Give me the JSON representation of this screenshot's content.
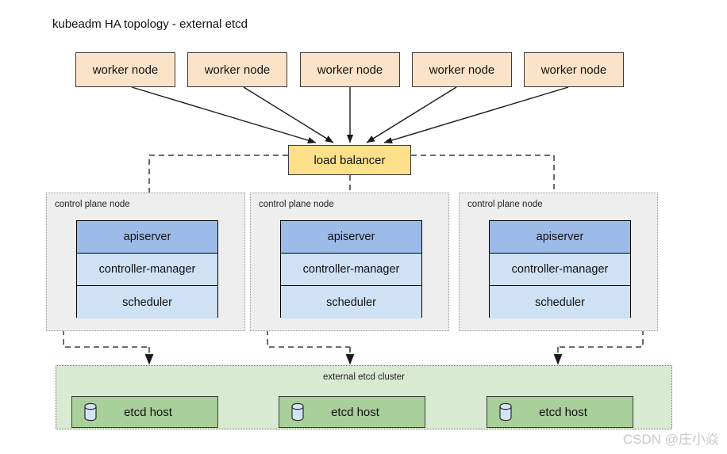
{
  "diagram": {
    "title": "kubeadm HA topology - external etcd",
    "watermark": "CSDN @庄小焱"
  },
  "workers": {
    "label": "worker node",
    "nodes": [
      {
        "label": "worker node"
      },
      {
        "label": "worker node"
      },
      {
        "label": "worker node"
      },
      {
        "label": "worker node"
      },
      {
        "label": "worker node"
      }
    ]
  },
  "load_balancer": {
    "label": "load balancer"
  },
  "control_planes": {
    "container_label": "control plane node",
    "components": {
      "apiserver": "apiserver",
      "controller_manager": "controller-manager",
      "scheduler": "scheduler"
    },
    "nodes": [
      {
        "label": "control plane node",
        "apiserver": "apiserver",
        "controller_manager": "controller-manager",
        "scheduler": "scheduler"
      },
      {
        "label": "control plane node",
        "apiserver": "apiserver",
        "controller_manager": "controller-manager",
        "scheduler": "scheduler"
      },
      {
        "label": "control plane node",
        "apiserver": "apiserver",
        "controller_manager": "controller-manager",
        "scheduler": "scheduler"
      }
    ]
  },
  "etcd": {
    "cluster_label": "external etcd cluster",
    "hosts": [
      {
        "label": "etcd host",
        "icon": "database-cylinder-icon"
      },
      {
        "label": "etcd host",
        "icon": "database-cylinder-icon"
      },
      {
        "label": "etcd host",
        "icon": "database-cylinder-icon"
      }
    ]
  },
  "colors": {
    "worker_fill": "#fae3c8",
    "load_balancer_fill": "#ffe08a",
    "apiserver_fill": "#9dbbe9",
    "component_fill": "#cfe1f5",
    "control_plane_fill": "#eeeeee",
    "etcd_cluster_fill": "#d9ead3",
    "etcd_host_fill": "#a9cf9a",
    "stroke": "#3a3a3a",
    "dashed_stroke": "#5a5a5a"
  }
}
